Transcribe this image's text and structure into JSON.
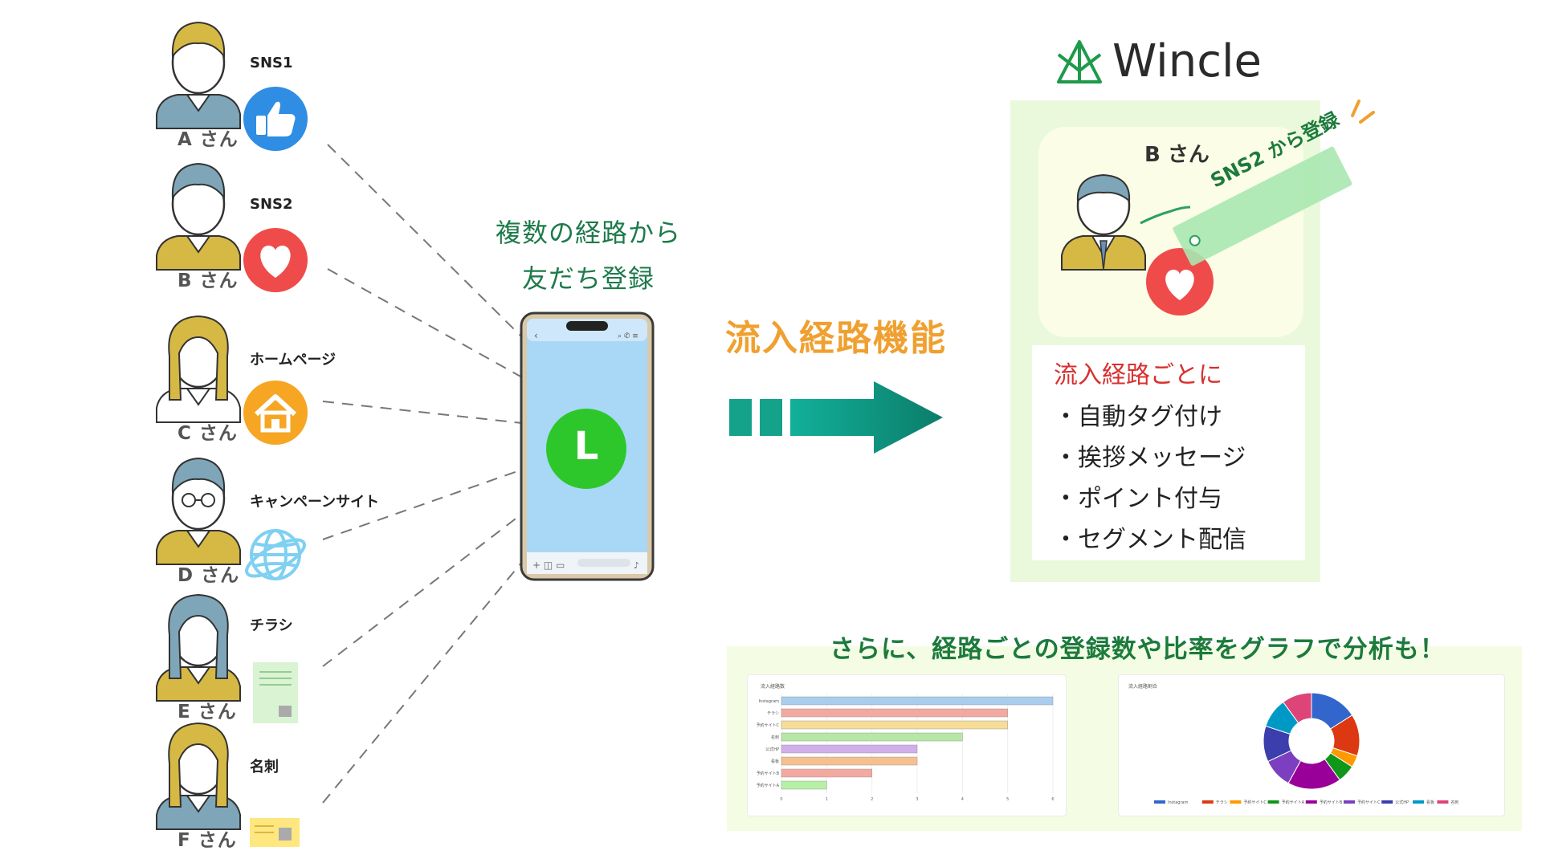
{
  "people": [
    {
      "name": "A さん",
      "source": "SNS1",
      "icon": "thumbs-up-icon",
      "icon_color": "#2f8de4"
    },
    {
      "name": "B さん",
      "source": "SNS2",
      "icon": "heart-icon",
      "icon_color": "#ef4b4b"
    },
    {
      "name": "C さん",
      "source": "ホームページ",
      "icon": "house-icon",
      "icon_color": "#f6a623"
    },
    {
      "name": "D さん",
      "source": "キャンペーンサイト",
      "icon": "globe-icon",
      "icon_color": "#7fd0f2"
    },
    {
      "name": "E さん",
      "source": "チラシ",
      "icon": "flyer-icon",
      "icon_color": "#d9f3d3"
    },
    {
      "name": "F さん",
      "source": "名刺",
      "icon": "business-card-icon",
      "icon_color": "#ffe780"
    }
  ],
  "caption": {
    "line1": "複数の経路から",
    "line2": "友だち登録"
  },
  "phone": {
    "app_letter": "L",
    "app_color": "#2ec72b"
  },
  "feature_title": "流入経路機能",
  "brand": {
    "name": "Wincle",
    "color": "#1e9a4a"
  },
  "profile": {
    "name": "B さん",
    "tag": "SNS2 から登録"
  },
  "features": {
    "heading": "流入経路ごとに",
    "items": [
      "・自動タグ付け",
      "・挨拶メッセージ",
      "・ポイント付与",
      "・セグメント配信"
    ]
  },
  "bottom_title": "さらに、経路ごとの登録数や比率をグラフで分析も！",
  "chart_data": [
    {
      "type": "bar",
      "title": "流入経路数",
      "categories": [
        "Instagram",
        "チラシ",
        "予約サイトC",
        "名刺",
        "公式HP",
        "看板",
        "予約サイトB",
        "予約サイトA"
      ],
      "values": [
        6,
        5,
        5,
        4,
        3,
        3,
        2,
        1
      ],
      "colors": [
        "#a9cdee",
        "#f4a9a0",
        "#f7dd96",
        "#b6e8a5",
        "#cfb0ea",
        "#f6c08e",
        "#f4a9a0",
        "#b6f0a5"
      ],
      "xlim": [
        0,
        6
      ],
      "xticks": [
        "0",
        "1",
        "2",
        "3",
        "4",
        "5",
        "6"
      ]
    },
    {
      "type": "pie",
      "title": "流入経路割合",
      "labels": [
        "Instagram",
        "チラシ",
        "予約サイトC",
        "予約サイトA",
        "予約サイトB",
        "予約サイトC",
        "公式HP",
        "看板",
        "名刺"
      ],
      "values": [
        16,
        14,
        4,
        6,
        18,
        10,
        12,
        10,
        10
      ],
      "colors": [
        "#3366cc",
        "#dc3912",
        "#ff9900",
        "#109618",
        "#990099",
        "#7b3fbf",
        "#3b3eac",
        "#0099c6",
        "#dd4477"
      ]
    }
  ]
}
